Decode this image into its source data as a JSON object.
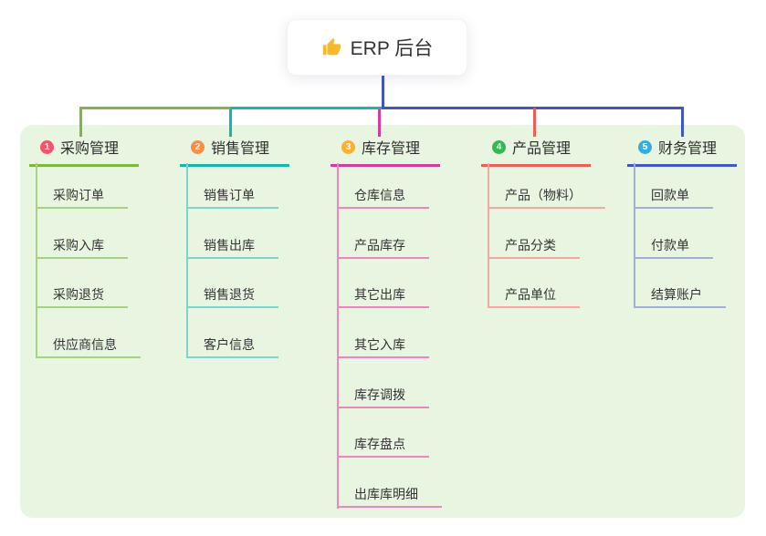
{
  "root": {
    "icon": "thumbs-up-icon",
    "label": "ERP 后台",
    "line_color": "#4254c5",
    "icon_color": "#f7b928"
  },
  "panel_bg": "#e8f5e1",
  "branches": [
    {
      "num": "1",
      "label": "采购管理",
      "badge_color": "#f5536e",
      "line_color": "#7cb93e",
      "child_line_color": "#a6d284",
      "children": [
        "采购订单",
        "采购入库",
        "采购退货",
        "供应商信息"
      ]
    },
    {
      "num": "2",
      "label": "销售管理",
      "badge_color": "#fb8d45",
      "line_color": "#12b7ae",
      "child_line_color": "#7fd3cb",
      "children": [
        "销售订单",
        "销售出库",
        "销售退货",
        "客户信息"
      ]
    },
    {
      "num": "3",
      "label": "库存管理",
      "badge_color": "#f9b033",
      "line_color": "#d63a9f",
      "child_line_color": "#ee85c1",
      "children": [
        "仓库信息",
        "产品库存",
        "其它出库",
        "其它入库",
        "库存调拨",
        "库存盘点",
        "出库库明细"
      ]
    },
    {
      "num": "4",
      "label": "产品管理",
      "badge_color": "#2fbb4f",
      "line_color": "#f15c55",
      "child_line_color": "#f5a9a1",
      "children": [
        "产品（物料）",
        "产品分类",
        "产品单位"
      ]
    },
    {
      "num": "5",
      "label": "财务管理",
      "badge_color": "#33aee5",
      "line_color": "#3f57c6",
      "child_line_color": "#a2b0d9",
      "children": [
        "回款单",
        "付款单",
        "结算账户"
      ]
    }
  ]
}
